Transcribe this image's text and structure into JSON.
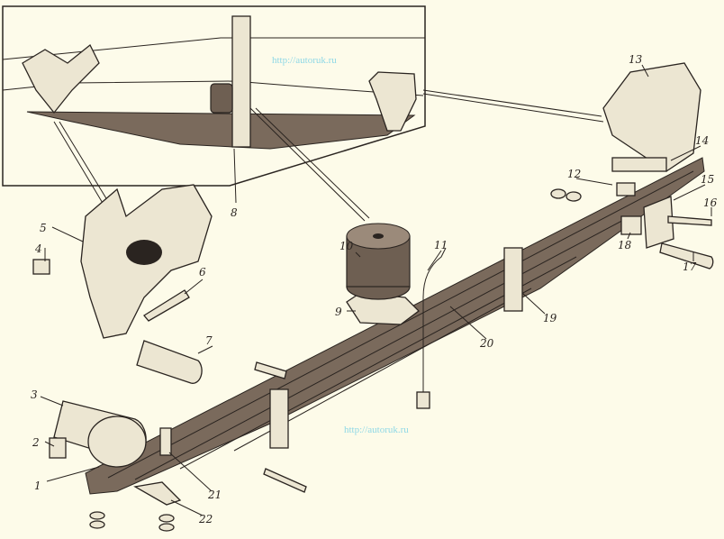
{
  "watermarks": [
    "http://autoruk.ru",
    "http://autoruk.ru"
  ],
  "callouts": [
    {
      "num": "1"
    },
    {
      "num": "2"
    },
    {
      "num": "3"
    },
    {
      "num": "4"
    },
    {
      "num": "5"
    },
    {
      "num": "6"
    },
    {
      "num": "7"
    },
    {
      "num": "8"
    },
    {
      "num": "9"
    },
    {
      "num": "10"
    },
    {
      "num": "11"
    },
    {
      "num": "12"
    },
    {
      "num": "13"
    },
    {
      "num": "14"
    },
    {
      "num": "15"
    },
    {
      "num": "16"
    },
    {
      "num": "17"
    },
    {
      "num": "18"
    },
    {
      "num": "19"
    },
    {
      "num": "20"
    },
    {
      "num": "21"
    },
    {
      "num": "22"
    }
  ],
  "colors": {
    "background": "#fdfbe9",
    "leaf": "#7a6a5c",
    "ink": "#2a2420",
    "watermark": "#8fd8e6"
  }
}
